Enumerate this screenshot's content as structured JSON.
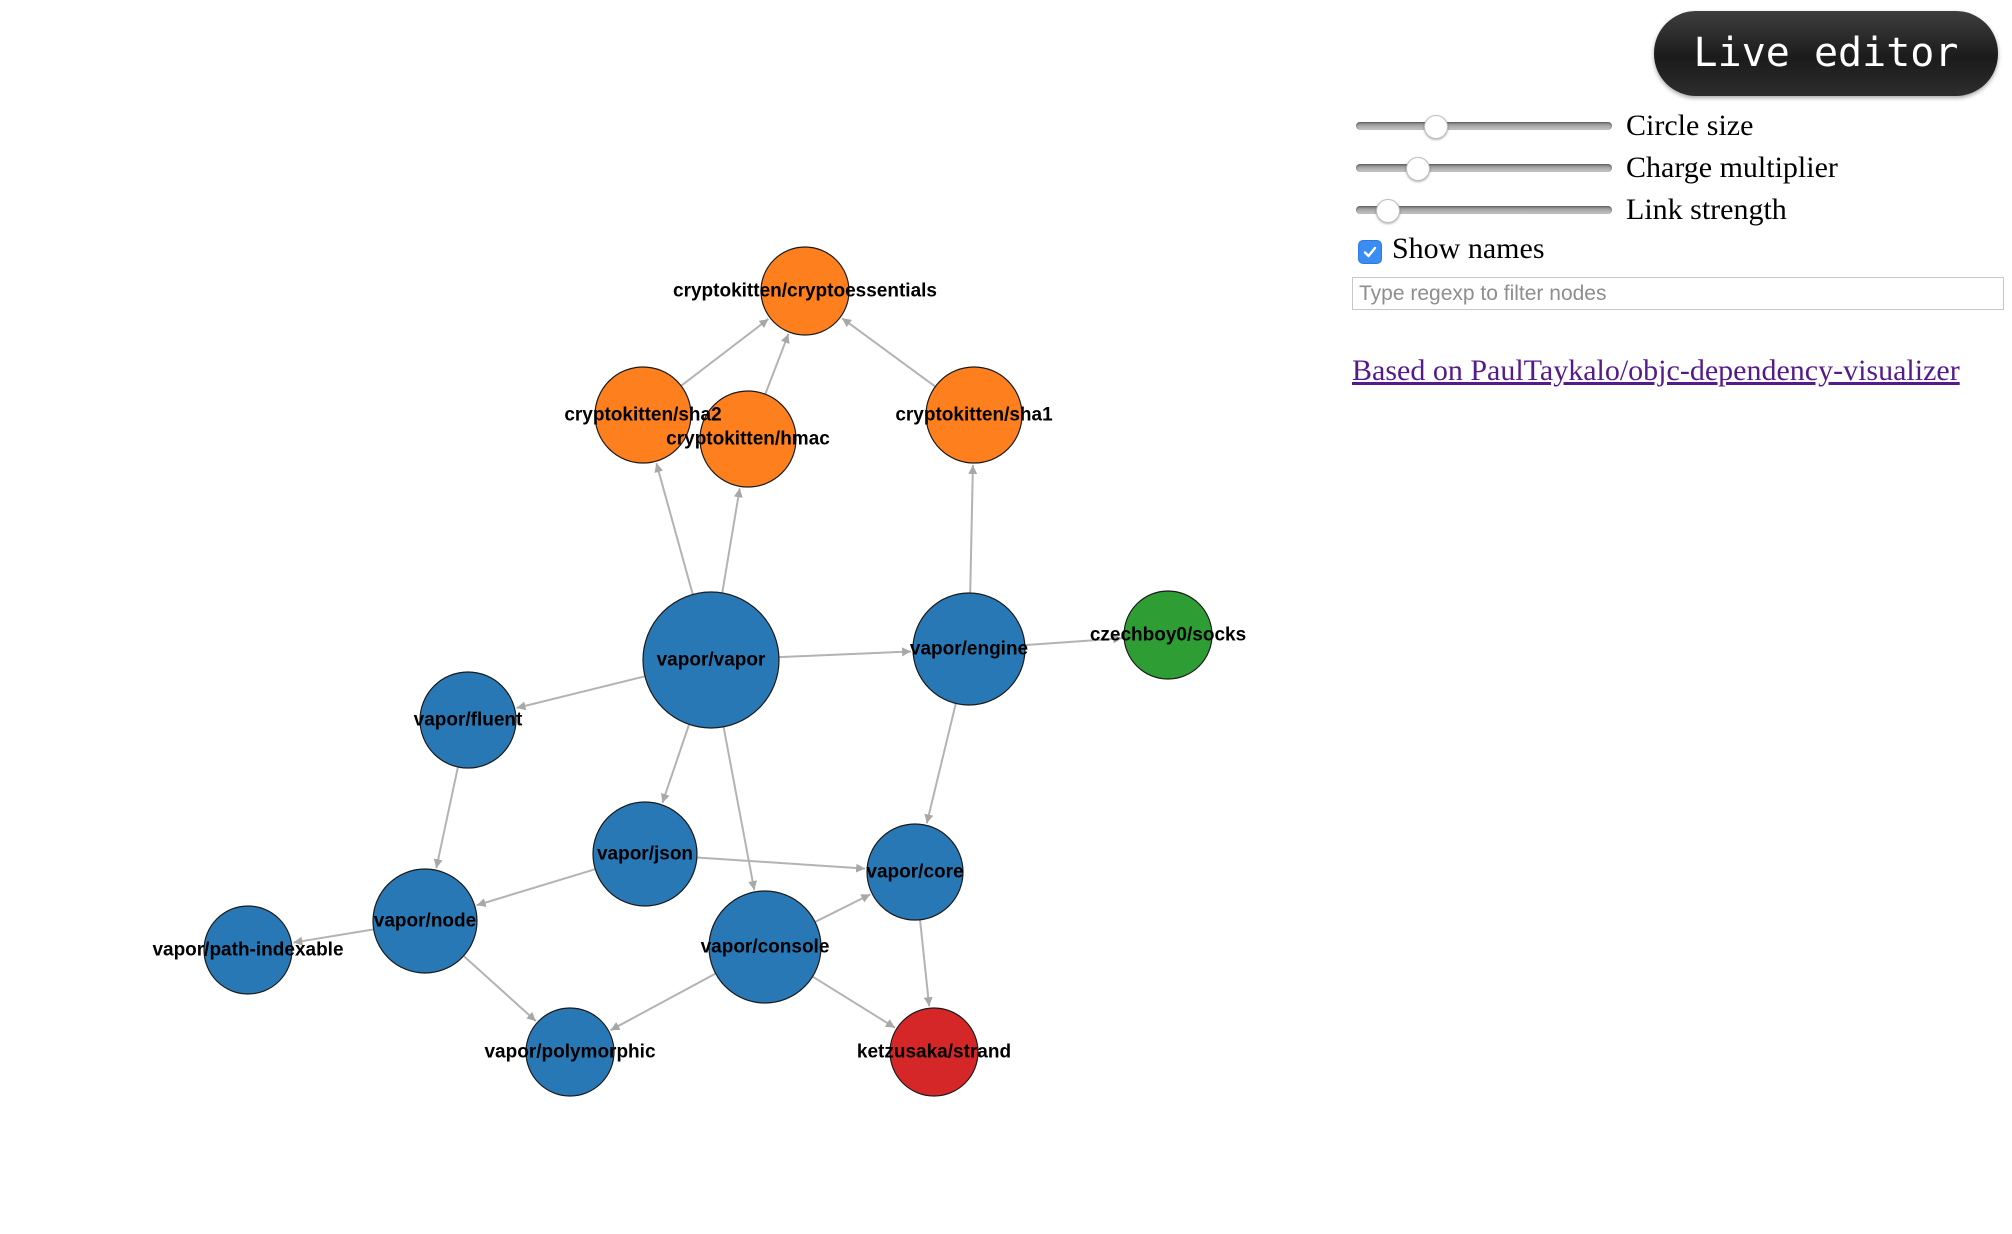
{
  "toolbar": {
    "live_editor_label": "Live editor"
  },
  "controls": {
    "sliders": [
      {
        "label": "Circle size",
        "value": 0.31
      },
      {
        "label": "Charge multiplier",
        "value": 0.24
      },
      {
        "label": "Link strength",
        "value": 0.12
      }
    ],
    "show_names": {
      "label": "Show names",
      "checked": true
    },
    "filter": {
      "value": "",
      "placeholder": "Type regexp to filter nodes"
    }
  },
  "footer": {
    "based_on_link": "Based on PaulTaykalo/objc-dependency-visualizer"
  },
  "colors": {
    "vapor": "#2878b5",
    "cryptokitten": "#fe7f1e",
    "czechboy0": "#2e9d33",
    "ketzusaka": "#d62728",
    "link": "#b3b3b3",
    "arrow": "#a8a8a8"
  },
  "graph": {
    "nodes": [
      {
        "id": "cryptokitten/cryptoessentials",
        "group": "cryptokitten"
      },
      {
        "id": "cryptokitten/sha2",
        "group": "cryptokitten"
      },
      {
        "id": "cryptokitten/hmac",
        "group": "cryptokitten"
      },
      {
        "id": "cryptokitten/sha1",
        "group": "cryptokitten"
      },
      {
        "id": "vapor/vapor",
        "group": "vapor"
      },
      {
        "id": "vapor/engine",
        "group": "vapor"
      },
      {
        "id": "czechboy0/socks",
        "group": "czechboy0"
      },
      {
        "id": "vapor/fluent",
        "group": "vapor"
      },
      {
        "id": "vapor/json",
        "group": "vapor"
      },
      {
        "id": "vapor/core",
        "group": "vapor"
      },
      {
        "id": "vapor/node",
        "group": "vapor"
      },
      {
        "id": "vapor/console",
        "group": "vapor"
      },
      {
        "id": "vapor/path-indexable",
        "group": "vapor"
      },
      {
        "id": "vapor/polymorphic",
        "group": "vapor"
      },
      {
        "id": "ketzusaka/strand",
        "group": "ketzusaka"
      }
    ],
    "links": [
      {
        "source": "cryptokitten/sha2",
        "target": "cryptokitten/cryptoessentials"
      },
      {
        "source": "cryptokitten/hmac",
        "target": "cryptokitten/cryptoessentials"
      },
      {
        "source": "cryptokitten/sha1",
        "target": "cryptokitten/cryptoessentials"
      },
      {
        "source": "vapor/vapor",
        "target": "cryptokitten/sha2"
      },
      {
        "source": "vapor/vapor",
        "target": "cryptokitten/hmac"
      },
      {
        "source": "vapor/engine",
        "target": "cryptokitten/sha1"
      },
      {
        "source": "vapor/vapor",
        "target": "vapor/engine"
      },
      {
        "source": "vapor/engine",
        "target": "czechboy0/socks"
      },
      {
        "source": "vapor/vapor",
        "target": "vapor/fluent"
      },
      {
        "source": "vapor/vapor",
        "target": "vapor/json"
      },
      {
        "source": "vapor/vapor",
        "target": "vapor/console"
      },
      {
        "source": "vapor/engine",
        "target": "vapor/core"
      },
      {
        "source": "vapor/fluent",
        "target": "vapor/node"
      },
      {
        "source": "vapor/json",
        "target": "vapor/node"
      },
      {
        "source": "vapor/json",
        "target": "vapor/core"
      },
      {
        "source": "vapor/console",
        "target": "vapor/core"
      },
      {
        "source": "vapor/node",
        "target": "vapor/path-indexable"
      },
      {
        "source": "vapor/node",
        "target": "vapor/polymorphic"
      },
      {
        "source": "vapor/console",
        "target": "vapor/polymorphic"
      },
      {
        "source": "vapor/console",
        "target": "ketzusaka/strand"
      },
      {
        "source": "vapor/core",
        "target": "ketzusaka/strand"
      }
    ]
  }
}
